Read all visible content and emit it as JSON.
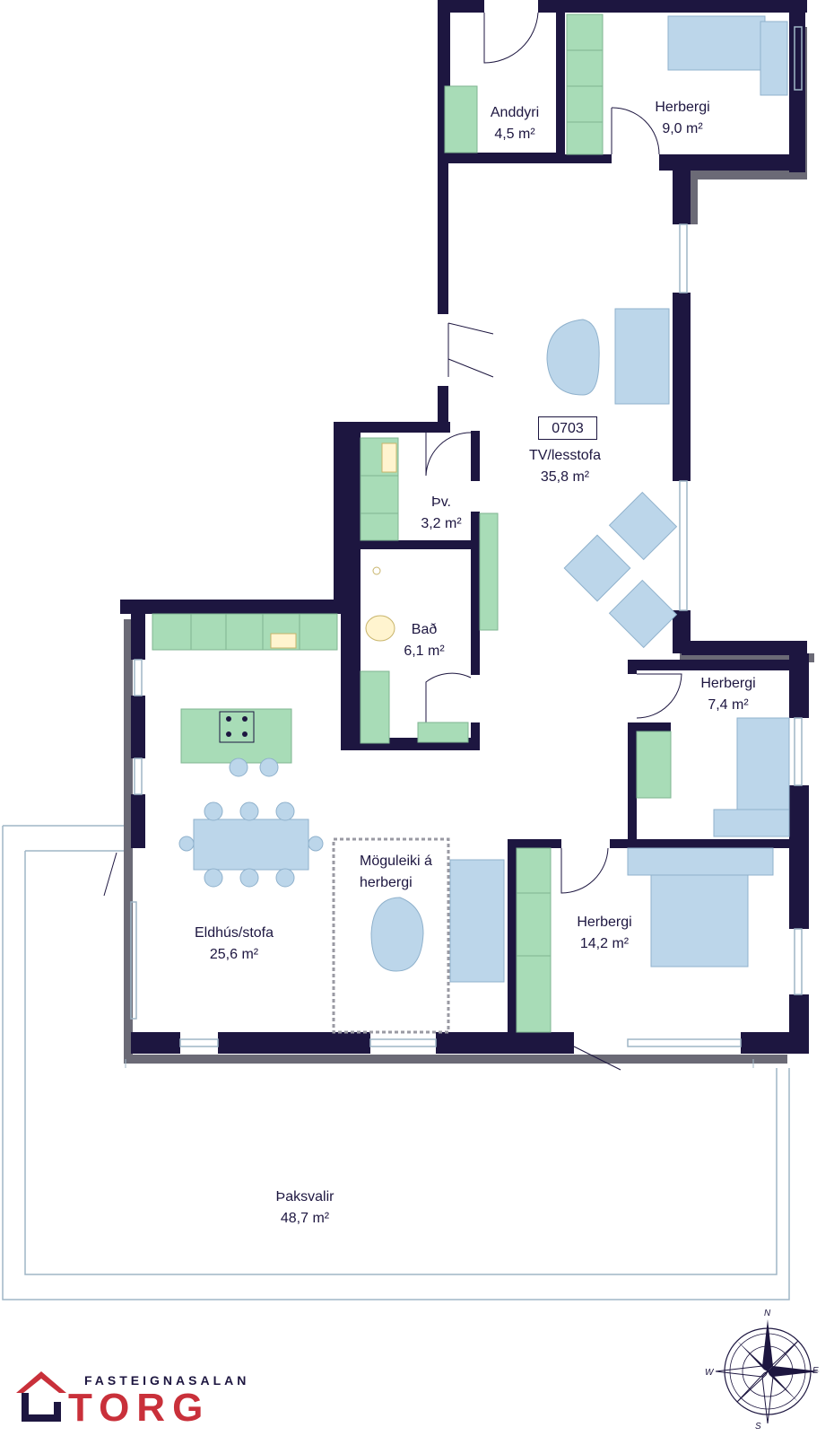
{
  "unit": {
    "number": "0703"
  },
  "rooms": {
    "entry": {
      "name": "Anddyri",
      "area": "4,5 m²"
    },
    "bedroom_ne": {
      "name": "Herbergi",
      "area": "9,0 m²"
    },
    "living": {
      "name": "TV/lesstofa",
      "area": "35,8 m²"
    },
    "laundry": {
      "name": "Þv.",
      "area": "3,2 m²"
    },
    "bath": {
      "name": "Bað",
      "area": "6,1 m²"
    },
    "bedroom_e": {
      "name": "Herbergi",
      "area": "7,4 m²"
    },
    "optional_room": {
      "name_line1": "Möguleiki á",
      "name_line2": "herbergi"
    },
    "kitchen": {
      "name": "Eldhús/stofa",
      "area": "25,6 m²"
    },
    "bedroom_se": {
      "name": "Herbergi",
      "area": "14,2 m²"
    },
    "terrace": {
      "name": "Þaksvalir",
      "area": "48,7 m²"
    }
  },
  "logo": {
    "tagline": "FASTEIGNASALAN",
    "brand": "TORG"
  },
  "compass": {
    "north": "N",
    "east": "E",
    "south": "S",
    "west": "W"
  },
  "colors": {
    "wall": "#1d1640",
    "wall_outer": "#6b6a76",
    "fixture_green": "#a8dcb7",
    "furniture_blue": "#bcd6ea",
    "furniture_stroke": "#8fb1cc",
    "brand_red": "#c9303a"
  }
}
